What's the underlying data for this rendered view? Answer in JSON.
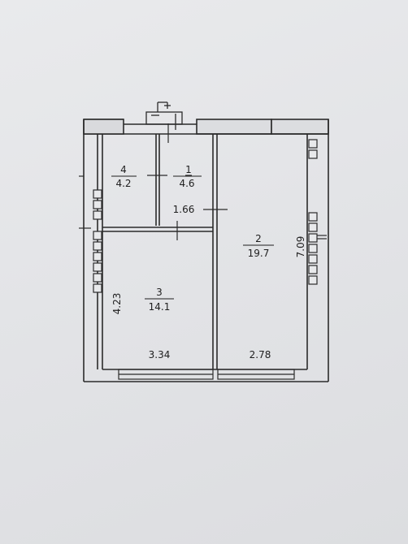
{
  "rooms": [
    {
      "id": "1",
      "number": "1",
      "area": "4.6"
    },
    {
      "id": "2",
      "number": "2",
      "area": "19.7"
    },
    {
      "id": "3",
      "number": "3",
      "area": "14.1"
    },
    {
      "id": "4",
      "number": "4",
      "area": "4.2"
    }
  ],
  "dimensions": {
    "corridor_width": "1.66",
    "room2_length": "7.09",
    "room3_length": "4.23",
    "room3_width": "3.34",
    "room2_width": "2.78"
  },
  "colors": {
    "paper": "#e5e6e9",
    "ink": "#2b2b2b"
  }
}
